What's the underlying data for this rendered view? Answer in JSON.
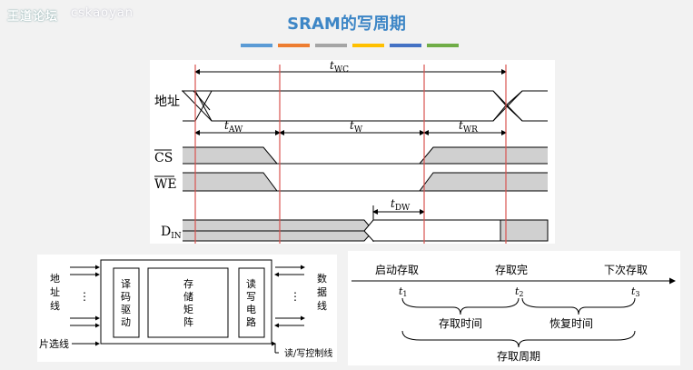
{
  "header": {
    "logo_text": "王道论坛",
    "logo_subtext": "cskaoyan",
    "title": "SRAM的写周期",
    "stripe_colors": [
      "#5b9bd5",
      "#ed7d31",
      "#a5a5a5",
      "#ffc000",
      "#4472c4",
      "#70ad47"
    ]
  },
  "timing": {
    "signals": {
      "address": "地址",
      "cs": "CS",
      "we": "WE",
      "din_main": "D",
      "din_sub": "IN"
    },
    "intervals": {
      "twc_main": "t",
      "twc_sub": "WC",
      "taw_main": "t",
      "taw_sub": "AW",
      "tw_main": "t",
      "tw_sub": "W",
      "twr_main": "t",
      "twr_sub": "WR",
      "tdw_main": "t",
      "tdw_sub": "DW"
    }
  },
  "block": {
    "left_side_label": "地址线",
    "decoder_label": "译码驱动",
    "matrix_label": "存储矩阵",
    "rw_circuit_label": "读写电路",
    "right_side_label": "数据线",
    "chip_select_label": "片选线",
    "rw_control_label": "读/写控制线",
    "dots": "⋮"
  },
  "cycle": {
    "start_label": "启动存取",
    "done_label": "存取完",
    "next_label": "下次存取",
    "t1": "t",
    "t1_sub": "1",
    "t2": "t",
    "t2_sub": "2",
    "t3": "t",
    "t3_sub": "3",
    "access_time": "存取时间",
    "recovery_time": "恢复时间",
    "access_cycle": "存取周期"
  }
}
